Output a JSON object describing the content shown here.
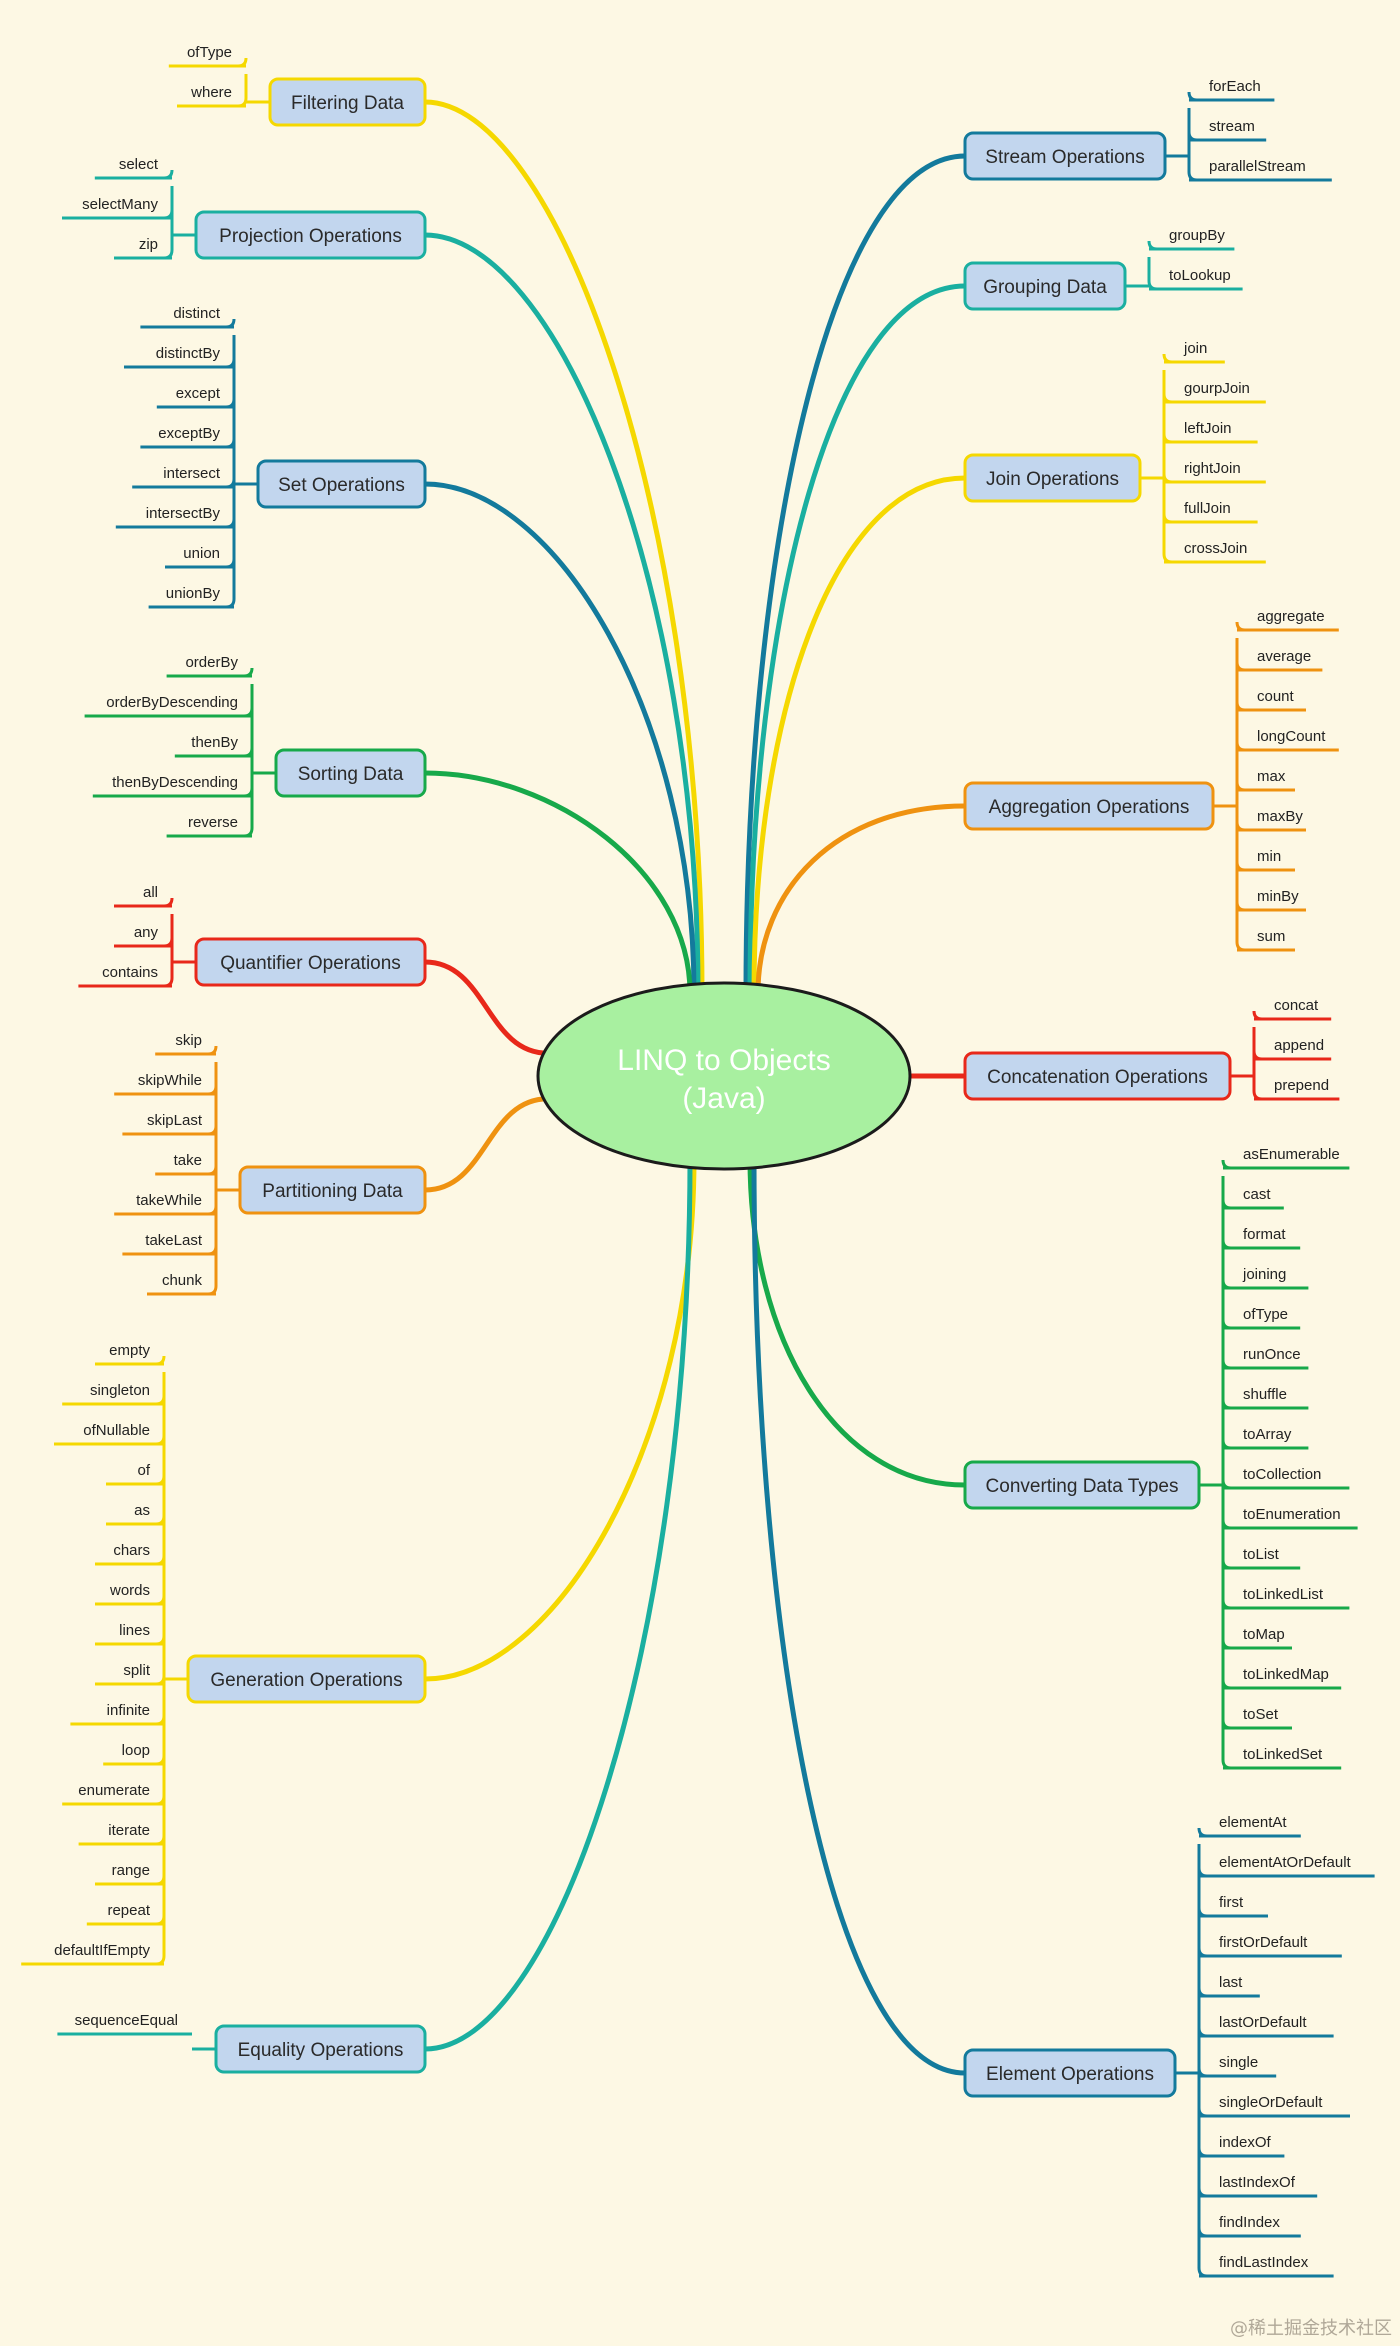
{
  "center": {
    "line1": "LINQ to Objects",
    "line2": "(Java)"
  },
  "colors": {
    "background": "#fdf8e4",
    "center_fill": "#a8f0a0",
    "topic_fill": "#c2d6ee",
    "yellow": "#f5d800",
    "teal": "#1aafa0",
    "blue": "#137a9c",
    "green": "#17a94a",
    "red": "#e8281a",
    "orange": "#ef9210"
  },
  "branches": [
    {
      "id": "filtering",
      "label": "Filtering Data",
      "side": "left",
      "color": "yellow",
      "items": [
        "ofType",
        "where"
      ]
    },
    {
      "id": "projection",
      "label": "Projection Operations",
      "side": "left",
      "color": "teal",
      "items": [
        "select",
        "selectMany",
        "zip"
      ]
    },
    {
      "id": "set",
      "label": "Set Operations",
      "side": "left",
      "color": "blue",
      "items": [
        "distinct",
        "distinctBy",
        "except",
        "exceptBy",
        "intersect",
        "intersectBy",
        "union",
        "unionBy"
      ]
    },
    {
      "id": "sorting",
      "label": "Sorting Data",
      "side": "left",
      "color": "green",
      "items": [
        "orderBy",
        "orderByDescending",
        "thenBy",
        "thenByDescending",
        "reverse"
      ]
    },
    {
      "id": "quantifier",
      "label": "Quantifier Operations",
      "side": "left",
      "color": "red",
      "items": [
        "all",
        "any",
        "contains"
      ]
    },
    {
      "id": "partitioning",
      "label": "Partitioning Data",
      "side": "left",
      "color": "orange",
      "items": [
        "skip",
        "skipWhile",
        "skipLast",
        "take",
        "takeWhile",
        "takeLast",
        "chunk"
      ]
    },
    {
      "id": "generation",
      "label": "Generation Operations",
      "side": "left",
      "color": "yellow",
      "items": [
        "empty",
        "singleton",
        "ofNullable",
        "of",
        "as",
        "chars",
        "words",
        "lines",
        "split",
        "infinite",
        "loop",
        "enumerate",
        "iterate",
        "range",
        "repeat",
        "defaultIfEmpty"
      ]
    },
    {
      "id": "equality",
      "label": "Equality Operations",
      "side": "left",
      "color": "teal",
      "items": [
        "sequenceEqual"
      ]
    },
    {
      "id": "stream",
      "label": "Stream Operations",
      "side": "right",
      "color": "blue",
      "items": [
        "forEach",
        "stream",
        "parallelStream"
      ]
    },
    {
      "id": "grouping",
      "label": "Grouping Data",
      "side": "right",
      "color": "teal",
      "items": [
        "groupBy",
        "toLookup"
      ]
    },
    {
      "id": "join",
      "label": "Join Operations",
      "side": "right",
      "color": "yellow",
      "items": [
        "join",
        "gourpJoin",
        "leftJoin",
        "rightJoin",
        "fullJoin",
        "crossJoin"
      ]
    },
    {
      "id": "aggregation",
      "label": "Aggregation Operations",
      "side": "right",
      "color": "orange",
      "items": [
        "aggregate",
        "average",
        "count",
        "longCount",
        "max",
        "maxBy",
        "min",
        "minBy",
        "sum"
      ]
    },
    {
      "id": "concatenation",
      "label": "Concatenation Operations",
      "side": "right",
      "color": "red",
      "items": [
        "concat",
        "append",
        "prepend"
      ]
    },
    {
      "id": "converting",
      "label": "Converting Data Types",
      "side": "right",
      "color": "green",
      "items": [
        "asEnumerable",
        "cast",
        "format",
        "joining",
        "ofType",
        "runOnce",
        "shuffle",
        "toArray",
        "toCollection",
        "toEnumeration",
        "toList",
        "toLinkedList",
        "toMap",
        "toLinkedMap",
        "toSet",
        "toLinkedSet"
      ]
    },
    {
      "id": "element",
      "label": "Element Operations",
      "side": "right",
      "color": "blue",
      "items": [
        "elementAt",
        "elementAtOrDefault",
        "first",
        "firstOrDefault",
        "last",
        "lastOrDefault",
        "single",
        "singleOrDefault",
        "indexOf",
        "lastIndexOf",
        "findIndex",
        "findLastIndex"
      ]
    }
  ],
  "watermark": "@稀土掘金技术社区"
}
